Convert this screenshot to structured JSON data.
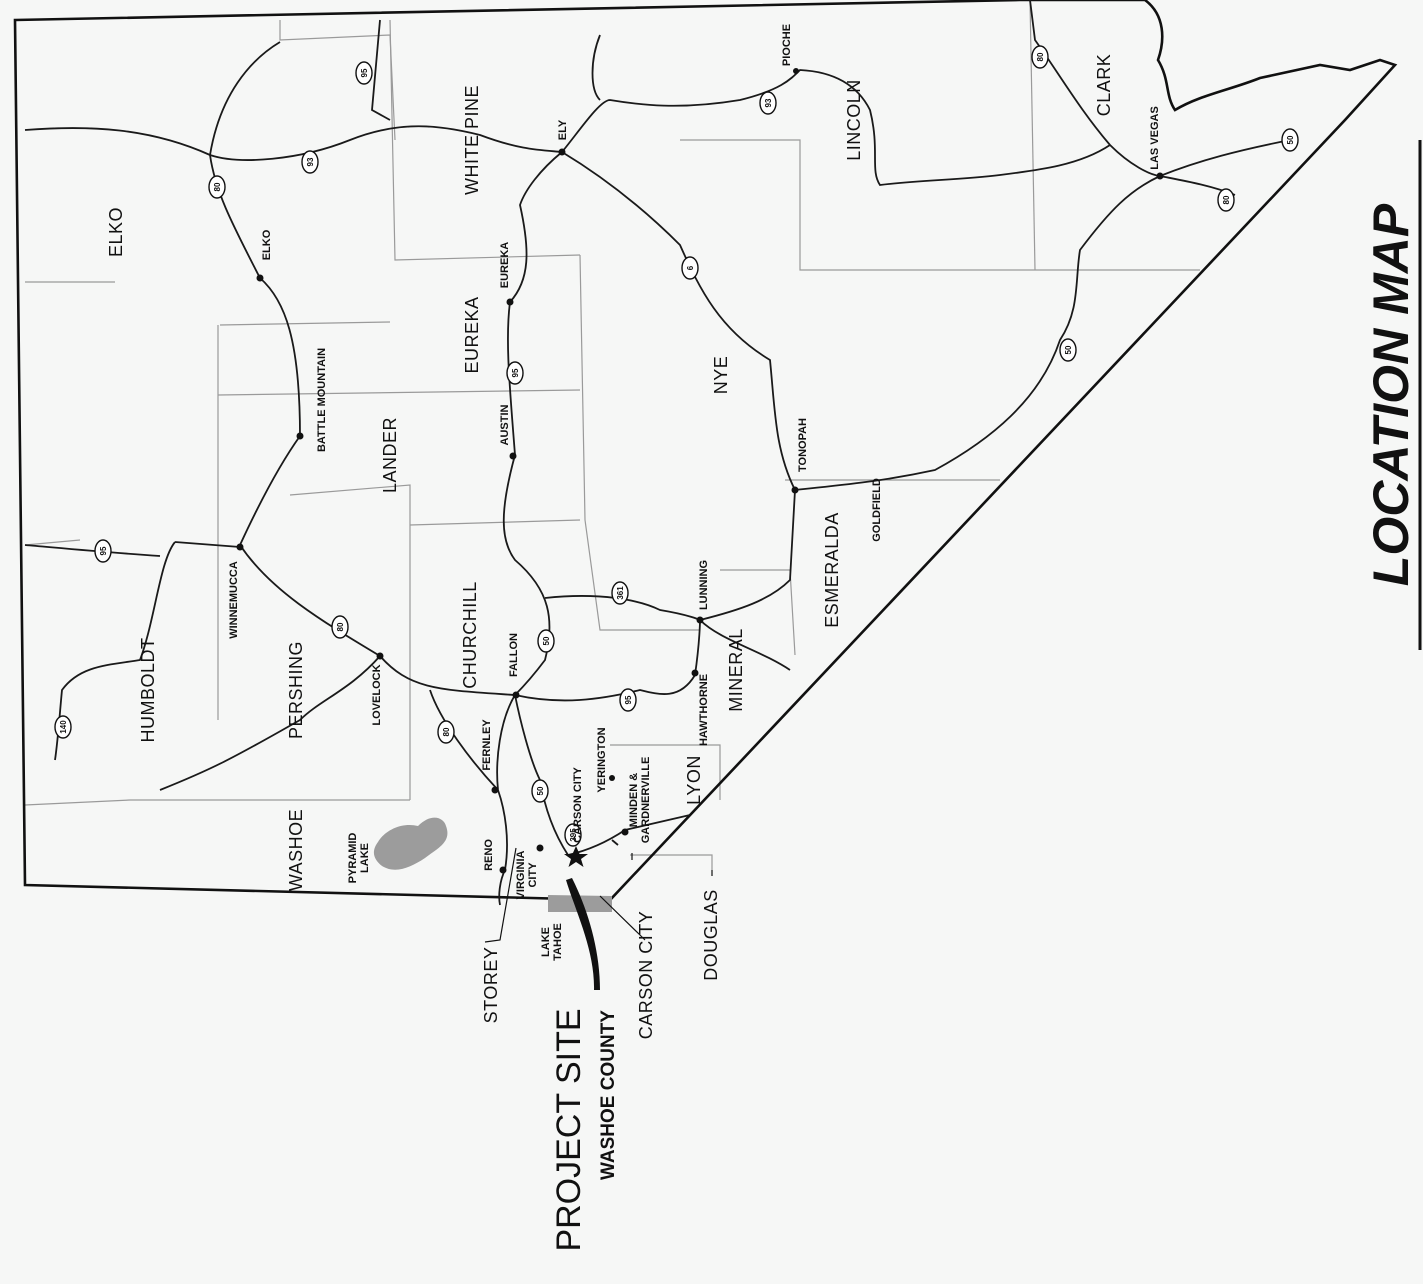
{
  "title": "LOCATION MAP",
  "project_site": {
    "title": "PROJECT SITE",
    "subtitle": "WASHOE COUNTY"
  },
  "counties": [
    "ELKO",
    "WHITE PINE",
    "LINCOLN",
    "CLARK",
    "EUREKA",
    "NYE",
    "LANDER",
    "HUMBOLDT",
    "PERSHING",
    "CHURCHILL",
    "MINERAL",
    "ESMERALDA",
    "WASHOE",
    "LYON",
    "STOREY",
    "CARSON CITY",
    "DOUGLAS"
  ],
  "towns": [
    "ELKO",
    "BATTLE MOUNTAIN",
    "WINNEMUCCA",
    "LOVELOCK",
    "FERNLEY",
    "RENO",
    "VIRGINIA CITY",
    "CARSON CITY",
    "MINDEN & GARDNERVILLE",
    "YERINGTON",
    "FALLON",
    "HAWTHORNE",
    "LUNNING",
    "AUSTIN",
    "EUREKA",
    "ELY",
    "TONOPAH",
    "GOLDFIELD",
    "PIOCHE",
    "LAS VEGAS"
  ],
  "water_bodies": [
    "PYRAMID LAKE",
    "LAKE TAHOE"
  ],
  "highway_routes": [
    "80",
    "93",
    "95",
    "50",
    "6",
    "95",
    "361",
    "395",
    "140"
  ],
  "colors": {
    "background": "#f6f7f6",
    "boundary": "#111111",
    "county_line": "#9a9a9a",
    "road": "#1a1a1a",
    "lake": "#9c9c9c"
  },
  "icons": {
    "site_marker": "star-icon",
    "town_marker": "dot-icon",
    "highway_marker": "route-shield-icon"
  }
}
